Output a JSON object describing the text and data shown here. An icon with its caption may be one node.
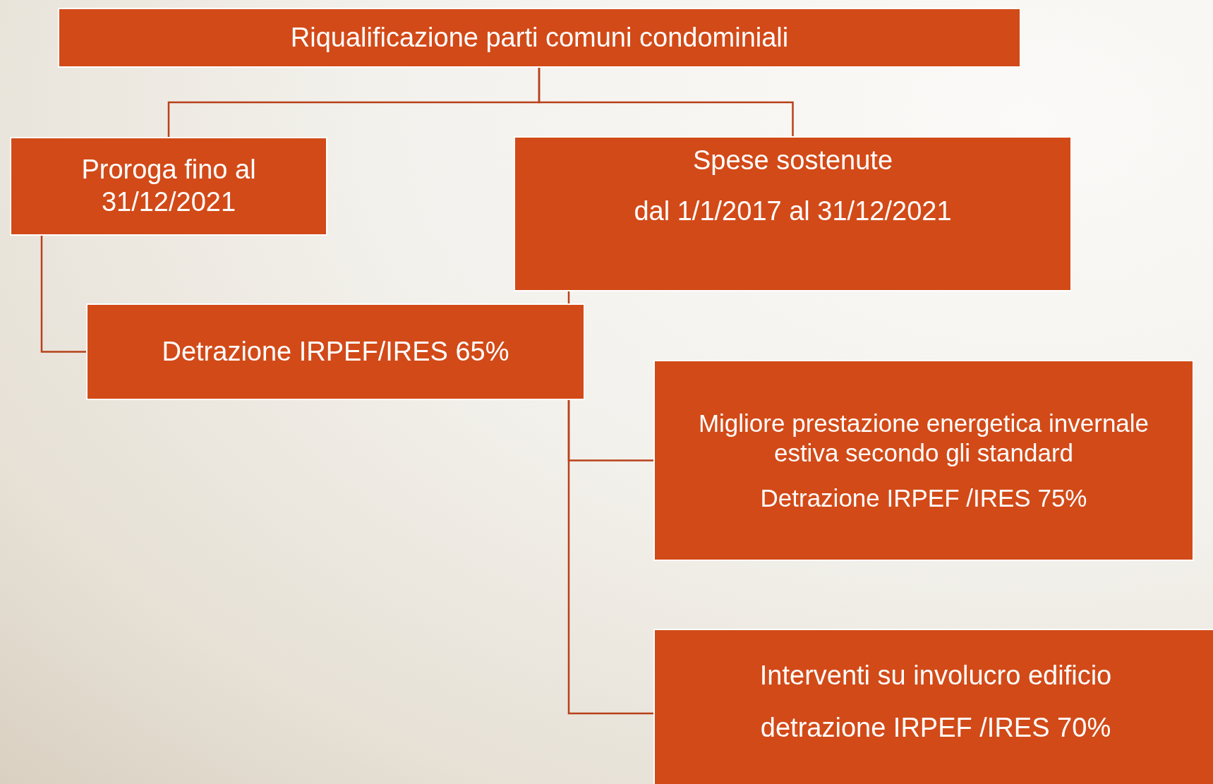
{
  "diagram": {
    "nodes": [
      {
        "text": [
          "Riqualificazione parti comuni condominiali"
        ]
      },
      {
        "text": [
          "Proroga fino al 31/12/2021"
        ]
      },
      {
        "text": [
          "Spese sostenute",
          "dal 1/1/2017 al 31/12/2021"
        ]
      },
      {
        "text": [
          "Detrazione IRPEF/IRES 65%"
        ]
      },
      {
        "text": [
          "Migliore prestazione energetica invernale estiva secondo gli standard",
          "Detrazione IRPEF /IRES 75%"
        ]
      },
      {
        "text": [
          "Interventi su involucro edificio",
          "detrazione IRPEF /IRES 70%"
        ]
      }
    ],
    "edges": [
      {
        "from": 0,
        "to": 1,
        "arrow": "none"
      },
      {
        "from": 0,
        "to": 2,
        "arrow": "none"
      },
      {
        "from": 1,
        "to": 3,
        "arrow": "none"
      },
      {
        "from": 2,
        "to": 3,
        "arrow": "none"
      },
      {
        "from": 3,
        "to": 4,
        "arrow": "none"
      },
      {
        "from": 3,
        "to": 5,
        "arrow": "none"
      }
    ]
  }
}
